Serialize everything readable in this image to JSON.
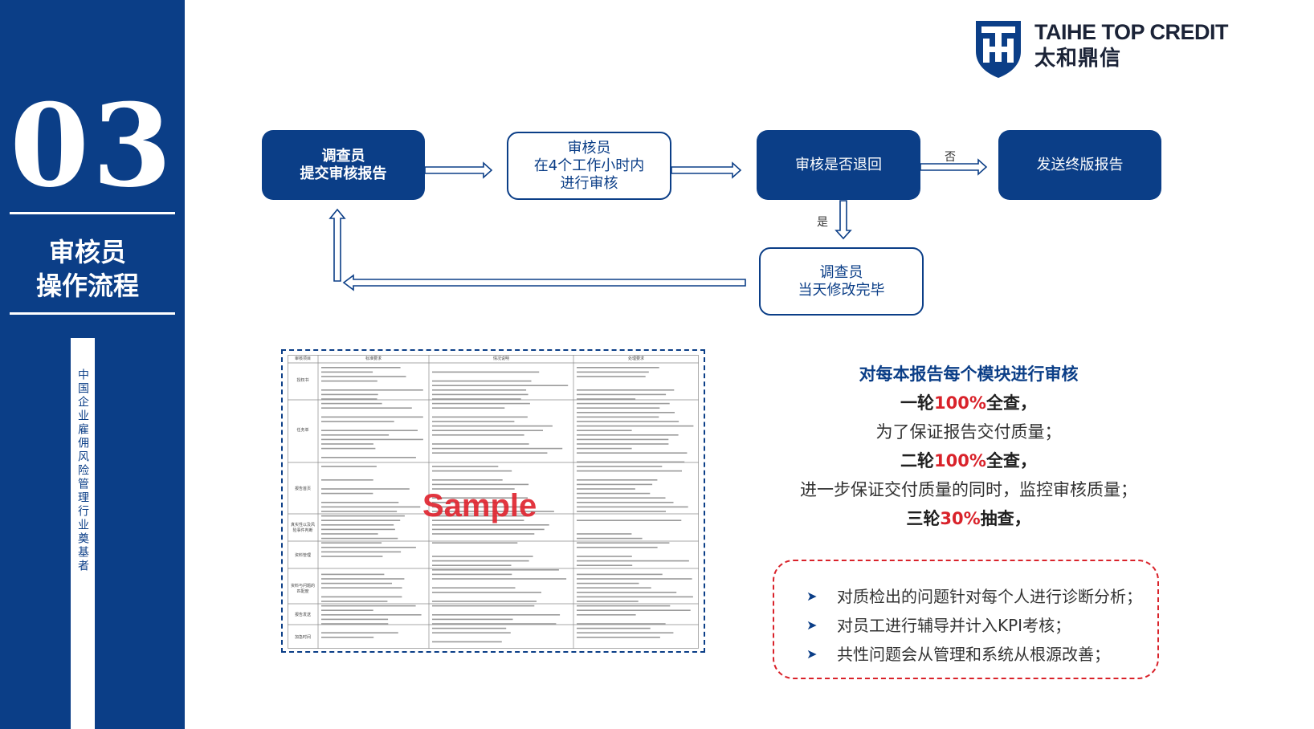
{
  "section": {
    "number": "03",
    "title_line1": "审核员",
    "title_line2": "操作流程",
    "vertical_caption": "中国企业雇佣风险管理行业奠基者"
  },
  "logo": {
    "en": "TAIHE TOP CREDIT",
    "cn": "太和鼎信",
    "mark_icon": "shield-th-logo-icon",
    "color": "#1b2337"
  },
  "colors": {
    "brand": "#0b3e87",
    "accent_red": "#d9222a"
  },
  "flow": {
    "step1": [
      "调查员",
      "提交审核报告"
    ],
    "step2": [
      "审核员",
      "在4个工作小时内",
      "进行审核"
    ],
    "step3": "审核是否退回",
    "step4": "发送终版报告",
    "step5": [
      "调查员",
      "当天修改完毕"
    ],
    "label_no": "否",
    "label_yes": "是"
  },
  "sample": {
    "watermark": "Sample",
    "headers": [
      "审核项目",
      "标准要求",
      "情况说明",
      "处理要求"
    ],
    "rows": [
      "授权书",
      "任务单",
      "报告首页",
      "真实性以及风险事件判断",
      "资料管理",
      "资料与问题的匹配度",
      "报告发送",
      "加急时间"
    ]
  },
  "points": {
    "heading": "对每本报告每个模块进行审核",
    "line1_prefix": "一轮",
    "line1_highlight": "100%",
    "line1_suffix": "全查，",
    "line2": "为了保证报告交付质量；",
    "line3_prefix": "二轮",
    "line3_highlight": "100%",
    "line3_suffix": "全查，",
    "line4": "进一步保证交付质量的同时，监控审核质量；",
    "line5_prefix": "三轮",
    "line5_highlight": "30%",
    "line5_suffix": "抽查，"
  },
  "bullets": [
    "对质检出的问题针对每个人进行诊断分析；",
    "对员工进行辅导并计入KPI考核；",
    "共性问题会从管理和系统从根源改善；"
  ]
}
